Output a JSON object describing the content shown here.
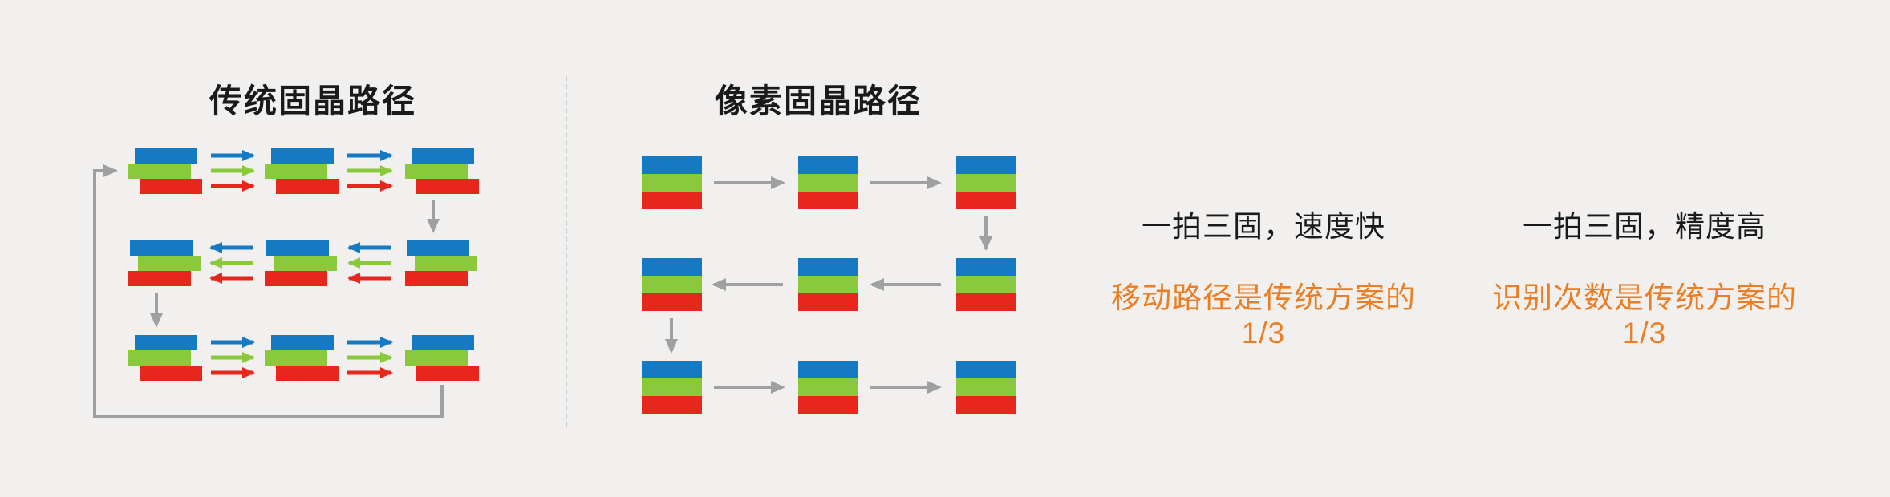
{
  "panels": {
    "traditional": {
      "title": "传统固晶路径"
    },
    "pixel": {
      "title": "像素固晶路径"
    }
  },
  "annotations": [
    {
      "heading": "一拍三固，速度快",
      "detail": "移动路径是传统方案的1/3"
    },
    {
      "heading": "一拍三固，精度高",
      "detail": "识别次数是传统方案的1/3"
    }
  ],
  "colors": {
    "background": "#f1f0ee",
    "blue": "#1679c4",
    "green": "#8bc93c",
    "red": "#e8271c",
    "gray_arrow": "#a0a0a0",
    "orange_text": "#ec7d23",
    "title_text": "#1a1a1a",
    "divider": "#cccccc"
  }
}
